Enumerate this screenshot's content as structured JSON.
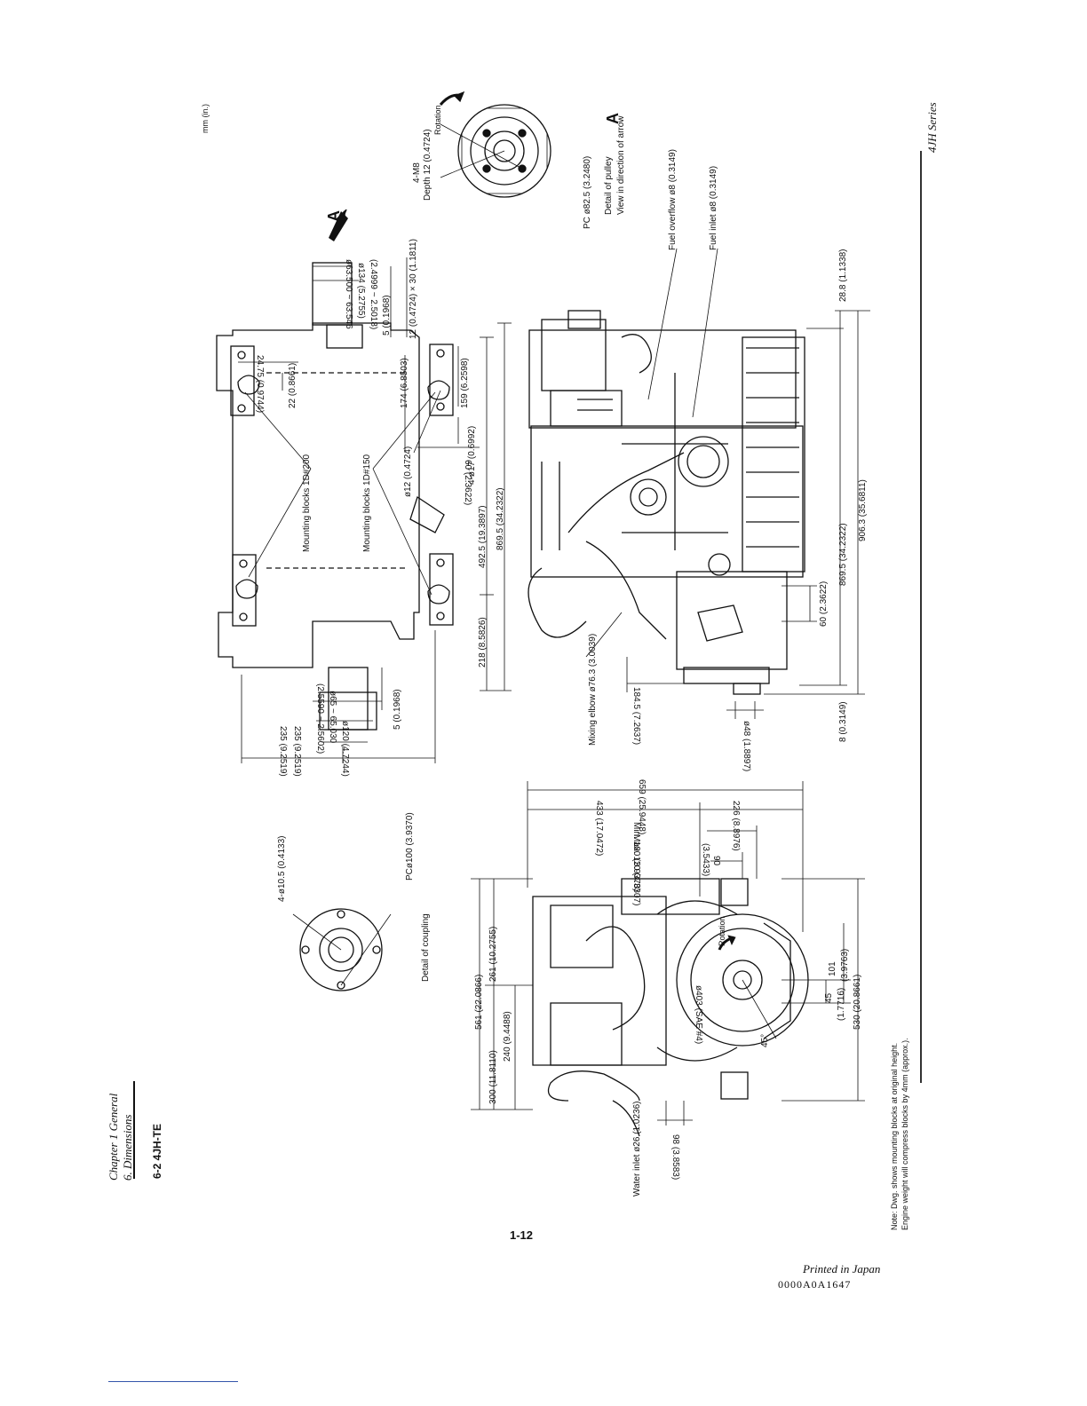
{
  "header": {
    "chapter": "Chapter 1 General",
    "section": "6. Dimensions",
    "series": "4JH  Series",
    "subsection": "6-2 4JH-TE"
  },
  "units": "mm (in.)",
  "view_arrow": "A",
  "pulley_detail": {
    "bolts": "4-M8",
    "depth": "Depth 12 (0.4724)",
    "pc": "PC ø82.5 (3.2480)",
    "caption_1": "Detail of pulley",
    "caption_2": "View in direction of arrow",
    "arrow_label": "A",
    "rotation": "Rotation"
  },
  "coupling_detail": {
    "holes": "4-ø10.5 (0.4133)",
    "pc": "PCø100 (3.9370)",
    "caption": "Detail of coupling"
  },
  "top_view": {
    "d134": "ø134 (5.2755)",
    "d63": "ø63.500 ~ 63.546",
    "d63_in": "(2.4999 ~ 2.5018)",
    "d5a": "5 (0.1968)",
    "d12x30": "12 (0.4724) × 30 (1.1811)",
    "d24_75": "24.75 (0.9744)",
    "d22": "22 (0.8661)",
    "d174": "174 (6.8503)",
    "d159": "159 (6.2598)",
    "d17": "4-ø17 (0.6992)",
    "d60a": "60 (2.3622)",
    "d12": "ø12 (0.4724)",
    "mb200": "Mounting blocks 1D#200",
    "mb150": "Mounting blocks 1D#150",
    "d492_5": "492.5 (19.3897)",
    "d869_5": "869.5 (34.2322)",
    "d218": "218 (8.5826)",
    "d5b": "5 (0.1968)",
    "d65": "ø65 ~ 65.030",
    "d65_in": "(2.5590 ~ 2.5602)",
    "d120": "ø120 (4.7244)",
    "d235a": "235 (9.2519)",
    "d235b": "235 (9.2519)"
  },
  "side_view": {
    "fuel_overflow": "Fuel overflow ø8 (0.3149)",
    "fuel_inlet": "Fuel inlet ø8 (0.3149)",
    "d28_8": "28.8 (1.1338)",
    "mixing_elbow": "Mixing elbow ø76.3 (3.0039)",
    "d184_5": "184.5 (7.2637)",
    "d48": "ø48 (1.8897)",
    "d60": "60 (2.3622)",
    "d869_5": "869.5 (34.2322)",
    "d906_3": "906.3 (35.6811)",
    "d8": "8 (0.3149)"
  },
  "front_view": {
    "d659": "659 (25.9448)",
    "d433": "433 (17.0472)",
    "d226": "226 (8.8976)",
    "max110": "Max. 110 (4.3307)",
    "min100": "Min. 100 (3.9370)",
    "d90": "90",
    "d90_in": "(3.5433)",
    "d561": "561 (22.0866)",
    "d261": "261 (10.2755)",
    "d300": "300 (11.8110)",
    "d240": "240 (9.4488)",
    "water_inlet": "Water inlet ø26 (1.0236)",
    "d98": "98 (3.8583)",
    "sae": "ø403 (SAE #4)",
    "rotation": "Rotation",
    "deg45": "45°",
    "d45": "45",
    "d45_in": "(1.7716)",
    "d101": "101",
    "d101_in": "(3.9763)",
    "d530": "530 (20.8661)"
  },
  "note": {
    "line1": "Note: Dwg. shows mounting blocks at original height.",
    "line2": "Engine weight will compress blocks by 4mm (approx.)."
  },
  "footer": {
    "page": "1-12",
    "printed": "Printed in Japan",
    "code": "0000A0A1647"
  }
}
